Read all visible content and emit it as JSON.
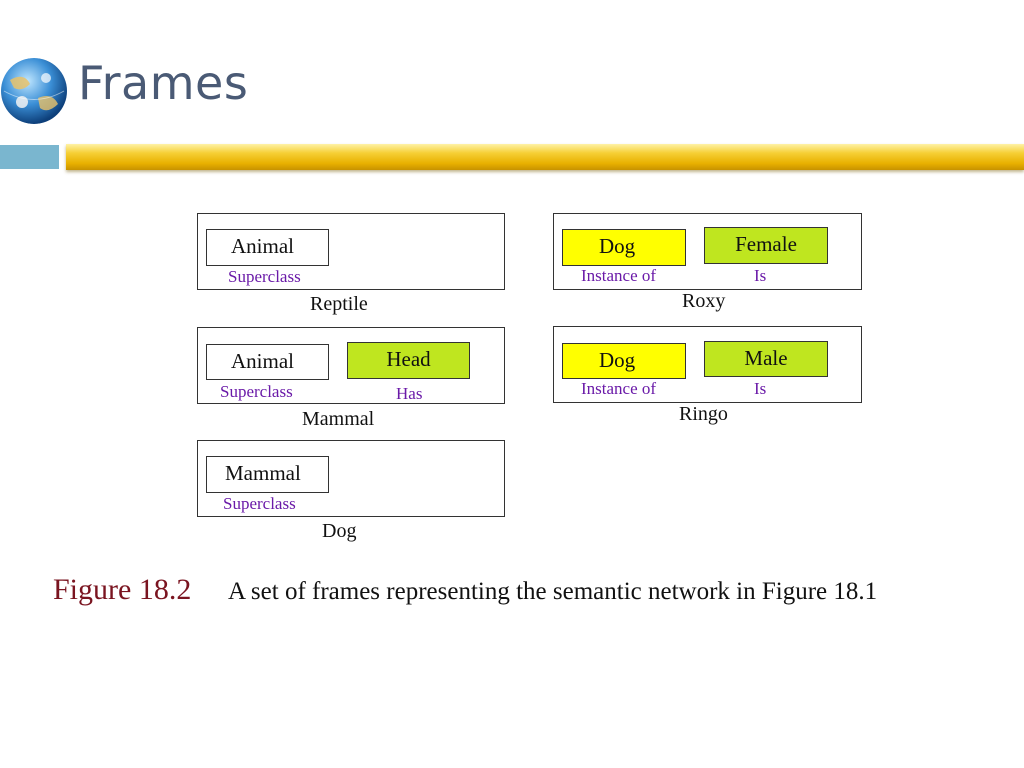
{
  "header": {
    "title": "Frames"
  },
  "colors": {
    "title": "#4a5a75",
    "slot_yellow": "#ffff00",
    "slot_green": "#bfe61f",
    "relation_text": "#6a1aa8",
    "caption_number": "#7a1420"
  },
  "diagram": {
    "frames": {
      "reptile": {
        "name": "Reptile",
        "slots": [
          {
            "value": "Animal",
            "relation": "Superclass"
          }
        ]
      },
      "mammal": {
        "name": "Mammal",
        "slots": [
          {
            "value": "Animal",
            "relation": "Superclass"
          },
          {
            "value": "Head",
            "relation": "Has"
          }
        ]
      },
      "dog": {
        "name": "Dog",
        "slots": [
          {
            "value": "Mammal",
            "relation": "Superclass"
          }
        ]
      },
      "roxy": {
        "name": "Roxy",
        "slots": [
          {
            "value": "Dog",
            "relation": "Instance of"
          },
          {
            "value": "Female",
            "relation": "Is"
          }
        ]
      },
      "ringo": {
        "name": "Ringo",
        "slots": [
          {
            "value": "Dog",
            "relation": "Instance of"
          },
          {
            "value": "Male",
            "relation": "Is"
          }
        ]
      }
    }
  },
  "caption": {
    "number": "Figure 18.2",
    "text": "A set of frames representing the semantic network in Figure 18.1"
  }
}
